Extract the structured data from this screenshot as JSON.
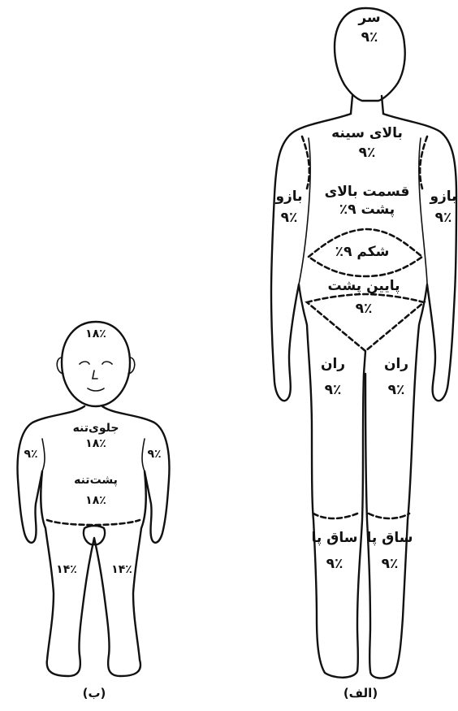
{
  "adult": {
    "caption": "(الف)",
    "regions": {
      "head_name": "سر",
      "head_pct": "۹٪",
      "chest_name": "بالای سینه",
      "chest_pct": "۹٪",
      "upper_back_name": "قسمت بالای",
      "upper_back_name2": "پشت",
      "upper_back_pct": "۹٪",
      "arm_right_name": "بازو",
      "arm_right_pct": "۹٪",
      "arm_left_name": "بازو",
      "arm_left_pct": "۹٪",
      "abdomen_name": "شکم",
      "abdomen_pct": "۹٪",
      "lower_back_name": "پایین پشت",
      "lower_back_pct": "۹٪",
      "thigh_right_name": "ران",
      "thigh_right_pct": "۹٪",
      "thigh_left_name": "ران",
      "thigh_left_pct": "۹٪",
      "shin_right_name": "ساق پا",
      "shin_right_pct": "۹٪",
      "shin_left_name": "ساق پا",
      "shin_left_pct": "۹٪"
    }
  },
  "child": {
    "caption": "(ب)",
    "regions": {
      "head_pct": "۱۸٪",
      "front_name": "جلوی‌تنه",
      "front_pct": "۱۸٪",
      "back_name": "پشت‌تنه",
      "back_pct": "۱۸٪",
      "arm_right_pct": "۹٪",
      "arm_left_pct": "۹٪",
      "leg_right_pct": "۱۴٪",
      "leg_left_pct": "۱۴٪"
    }
  }
}
